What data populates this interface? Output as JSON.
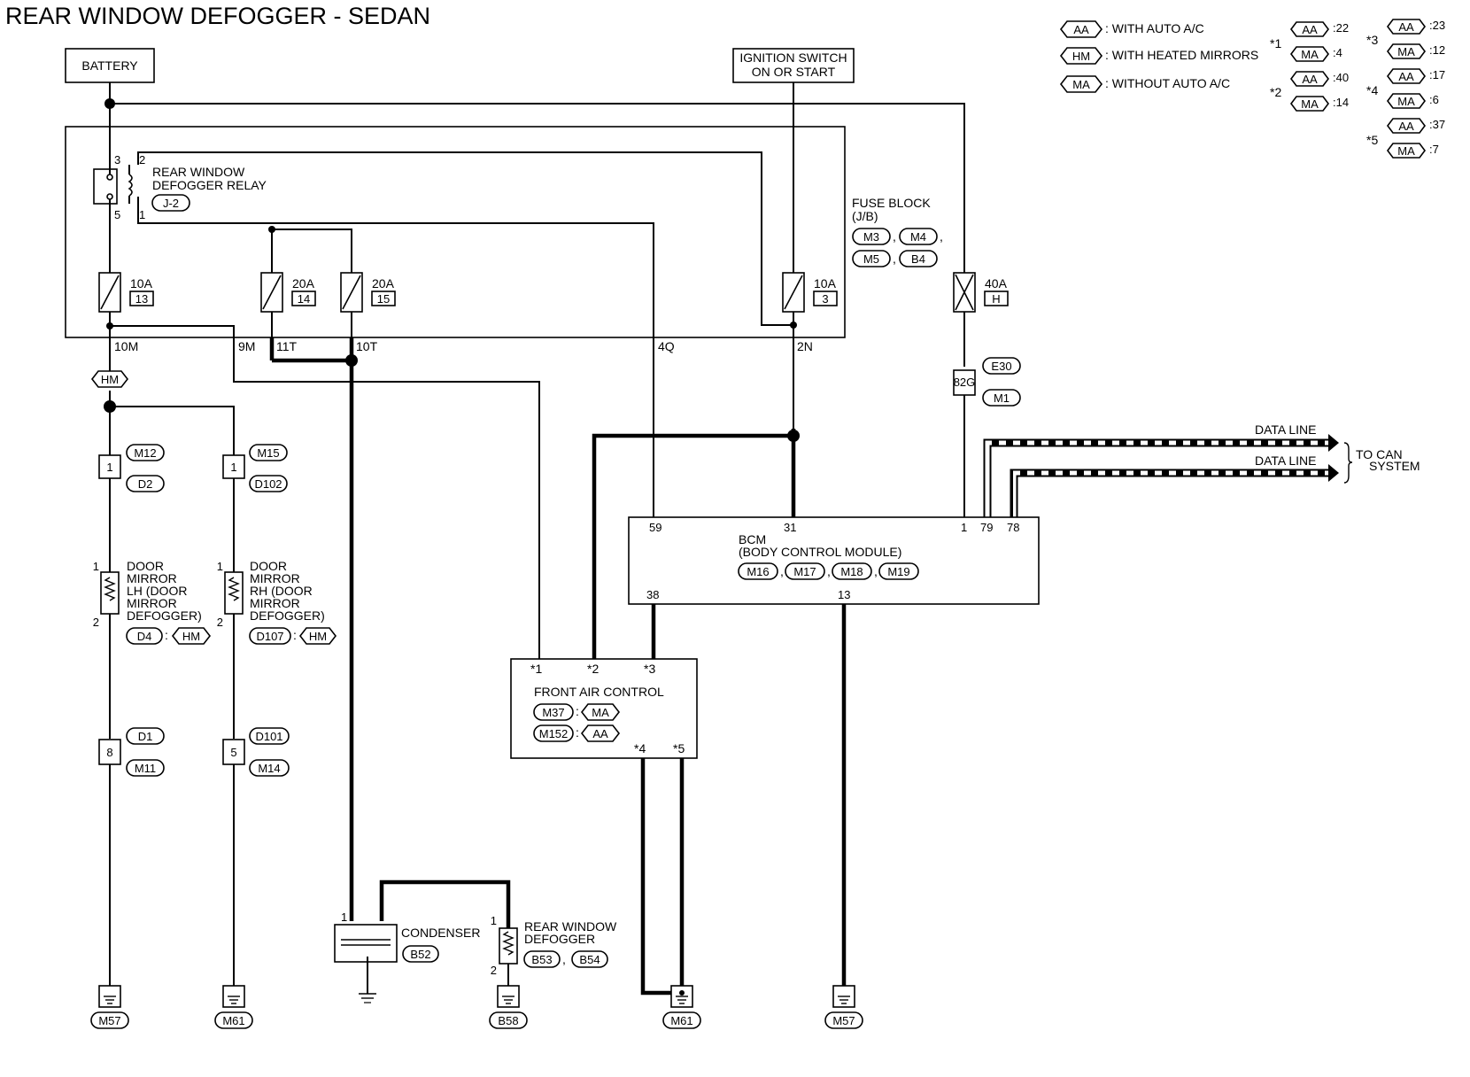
{
  "title": "REAR WINDOW DEFOGGER - SEDAN",
  "legend": {
    "AA": ": WITH AUTO A/C",
    "HM": ": WITH HEATED MIRRORS",
    "MA": ": WITHOUT AUTO A/C"
  },
  "pin_notes": {
    "s1": "*1",
    "s1_aa": ":22",
    "s1_ma": ":4",
    "s2": "*2",
    "s2_aa": ":40",
    "s2_ma": ":14",
    "s3": "*3",
    "s3_aa": ":23",
    "s3_ma": ":12",
    "s4": "*4",
    "s4_aa": ":17",
    "s4_ma": ":6",
    "s5": "*5",
    "s5_aa": ":37",
    "s5_ma": ":7"
  },
  "codes": {
    "AA": "AA",
    "HM": "HM",
    "MA": "MA",
    "J2": "J-2",
    "M3": "M3",
    "M4": "M4",
    "M5": "M5",
    "B4": "B4",
    "E30": "E30",
    "M1": "M1",
    "M12": "M12",
    "D2": "D2",
    "M15": "M15",
    "D102": "D102",
    "D4": "D4",
    "D107": "D107",
    "D1": "D1",
    "M11": "M11",
    "D101": "D101",
    "M14": "M14",
    "M16": "M16",
    "M17": "M17",
    "M18": "M18",
    "M19": "M19",
    "M37": "M37",
    "M152": "M152",
    "B52": "B52",
    "B53": "B53",
    "B54": "B54",
    "M57": "M57",
    "M61": "M61",
    "B58": "B58"
  },
  "battery": "BATTERY",
  "ignition": {
    "line1": "IGNITION SWITCH",
    "line2": "ON OR START"
  },
  "relay": {
    "line1": "REAR WINDOW",
    "line2": "DEFOGGER RELAY",
    "p3": "3",
    "p2": "2",
    "p5": "5",
    "p1": "1"
  },
  "fuse_block": {
    "line1": "FUSE BLOCK",
    "line2": "(J/B)"
  },
  "fuses": [
    {
      "amp": "10A",
      "num": "13"
    },
    {
      "amp": "20A",
      "num": "14"
    },
    {
      "amp": "20A",
      "num": "15"
    },
    {
      "amp": "10A",
      "num": "3"
    },
    {
      "amp": "40A",
      "num": "H"
    }
  ],
  "terminals": {
    "t10M": "10M",
    "t9M": "9M",
    "t11T": "11T",
    "t10T": "10T",
    "t4Q": "4Q",
    "t2N": "2N",
    "t82G": "82G"
  },
  "connector_pins": {
    "c1a": "1",
    "c1b": "1",
    "c8": "8",
    "c5": "5"
  },
  "mirror_lh": {
    "lines": [
      "DOOR",
      "MIRROR",
      "LH (DOOR",
      "MIRROR",
      "DEFOGGER)"
    ],
    "p1": "1",
    "p2": "2"
  },
  "mirror_rh": {
    "lines": [
      "DOOR",
      "MIRROR",
      "RH (DOOR",
      "MIRROR",
      "DEFOGGER)"
    ],
    "p1": "1",
    "p2": "2"
  },
  "data_line": {
    "a": "DATA LINE",
    "b": "DATA LINE",
    "to1": "TO CAN",
    "to2": "SYSTEM"
  },
  "bcm": {
    "line1": "BCM",
    "line2": "(BODY CONTROL MODULE)",
    "p59": "59",
    "p31": "31",
    "p1": "1",
    "p79": "79",
    "p78": "78",
    "p38": "38",
    "p13": "13"
  },
  "fac": {
    "name": "FRONT AIR CONTROL",
    "s1": "*1",
    "s2": "*2",
    "s3": "*3",
    "s4": "*4",
    "s5": "*5"
  },
  "condenser": {
    "name": "CONDENSER",
    "p1": "1"
  },
  "rwd": {
    "line1": "REAR WINDOW",
    "line2": "DEFOGGER",
    "p1": "1",
    "p2": "2"
  },
  "sep": {
    "comma": ",",
    "colon": ":"
  }
}
